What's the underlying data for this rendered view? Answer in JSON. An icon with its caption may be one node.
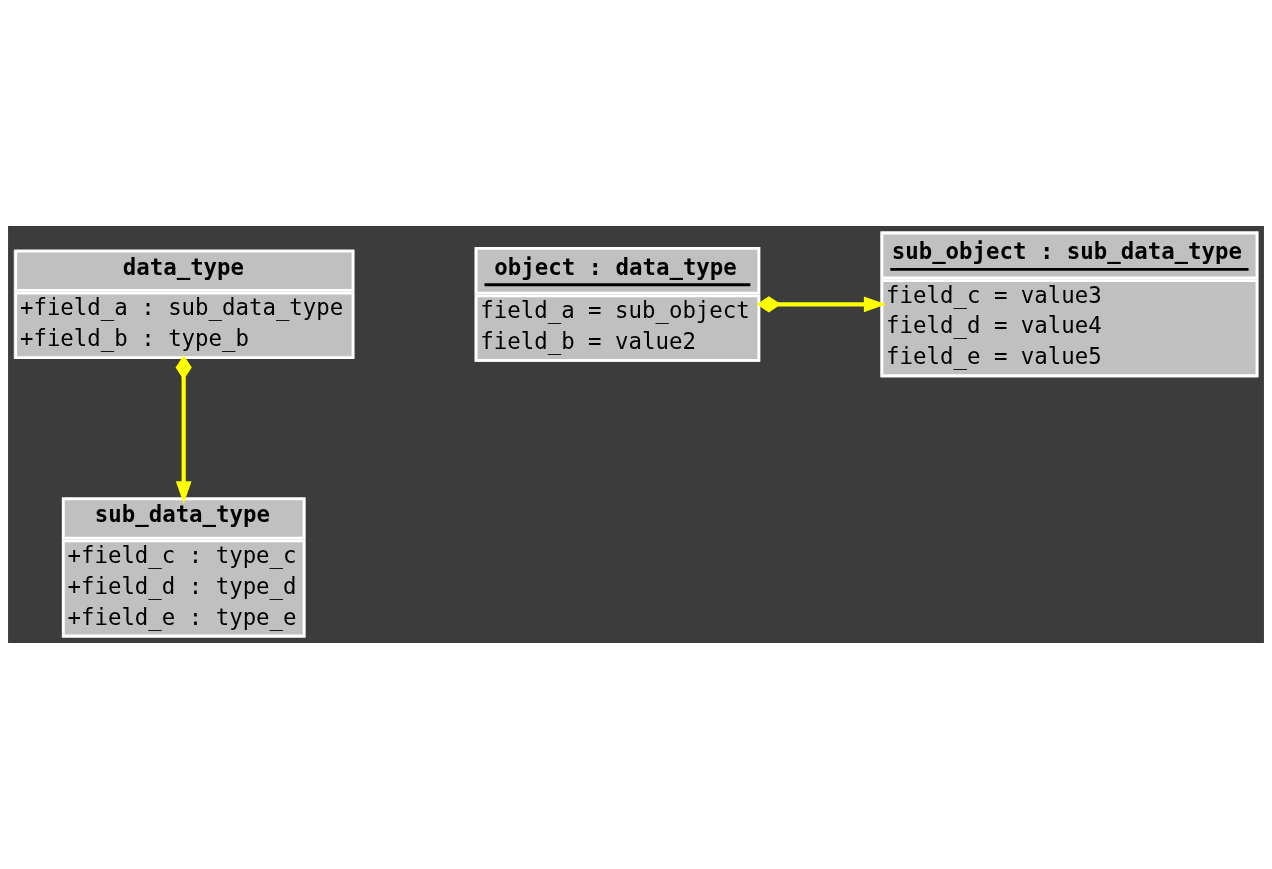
{
  "diagram": {
    "nodes": [
      {
        "text": [
          "data_type",
          "+field_a : sub_data_type",
          "+field_b : type_b"
        ]
      },
      {
        "text": [
          "sub_data_type",
          "+field_c : type_c",
          "+field_d : type_d",
          "+field_e : type_e"
        ]
      },
      {
        "text": [
          "object : data_type",
          "field_a = sub_object",
          "field_b = value2"
        ]
      },
      {
        "text": [
          "sub_object : sub_data_type",
          "field_c = value3",
          "field_d = value4",
          "field_e = value5"
        ]
      }
    ],
    "edges": [
      {
        "from": 0,
        "to": 1,
        "arrow": "to"
      },
      {
        "from": 2,
        "to": 3,
        "arrow": "to"
      }
    ]
  }
}
